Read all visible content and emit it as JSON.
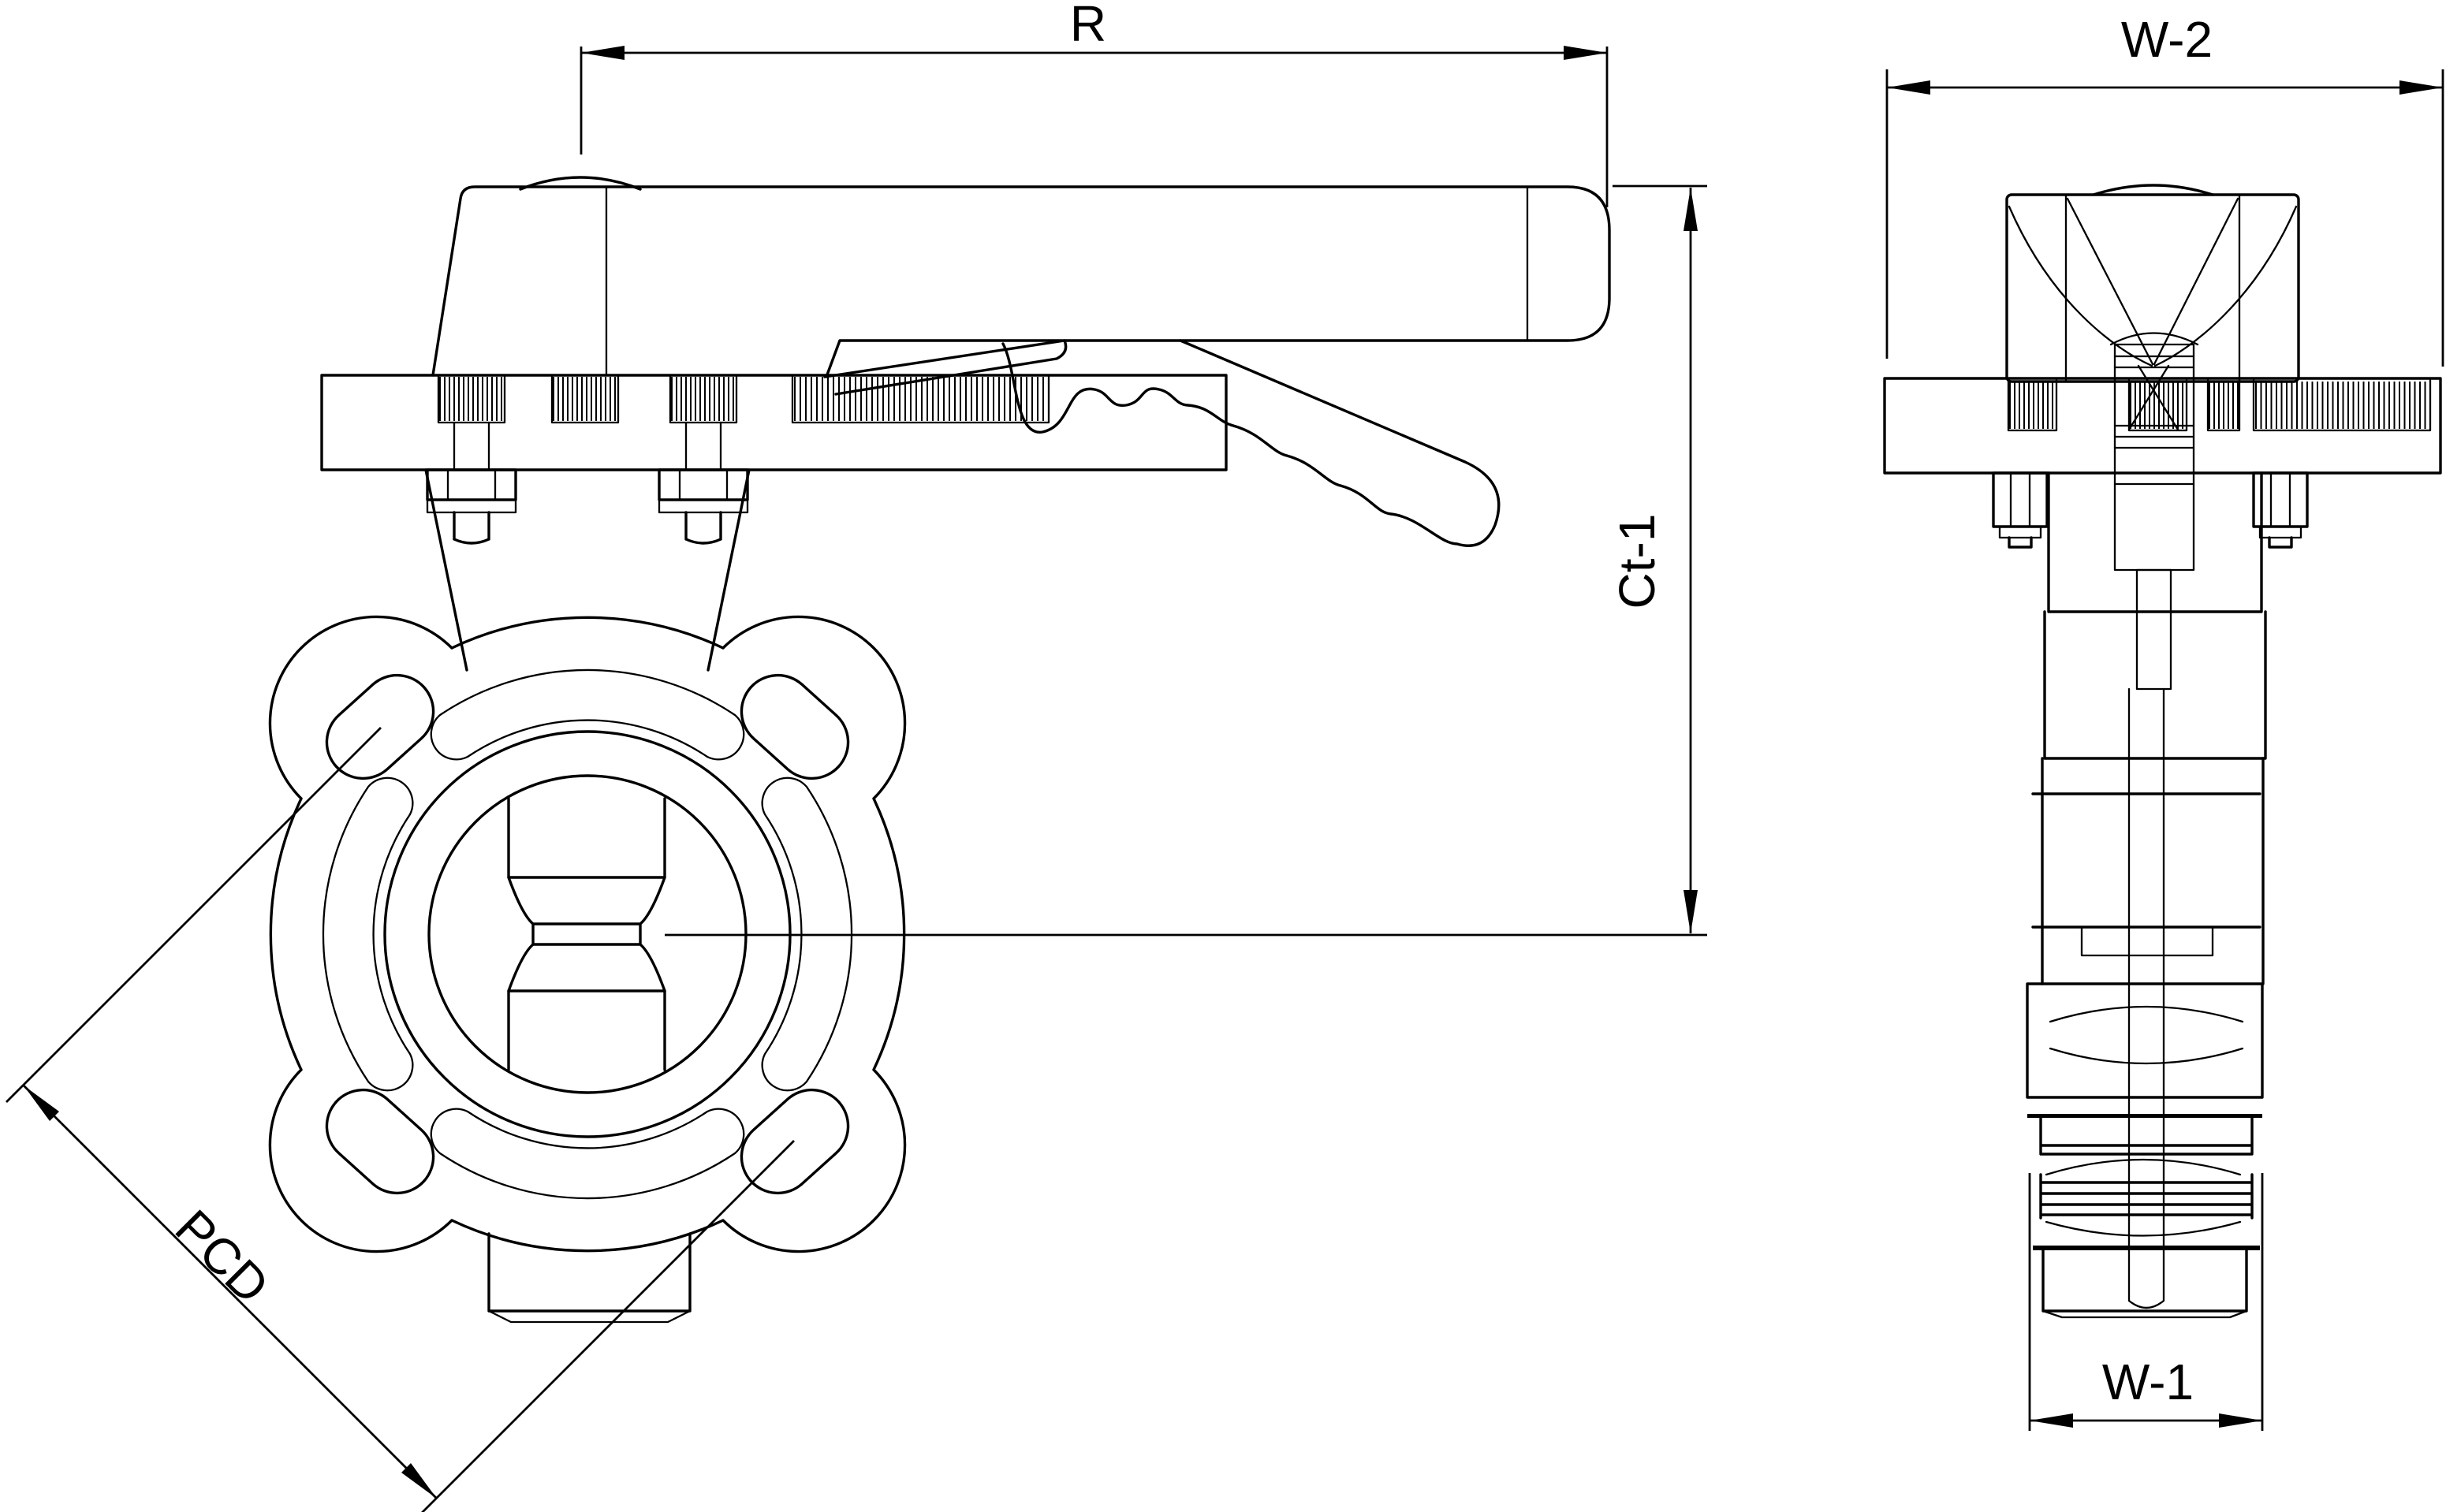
{
  "drawing_type": "technical-drawing",
  "colors": {
    "line": "#000000",
    "background": "#ffffff"
  },
  "dimensions": {
    "r": {
      "label": "R"
    },
    "w2": {
      "label": "W-2"
    },
    "ct1": {
      "label": "Ct-1"
    },
    "pcd": {
      "label": "PCD"
    },
    "w1": {
      "label": "W-1"
    }
  }
}
